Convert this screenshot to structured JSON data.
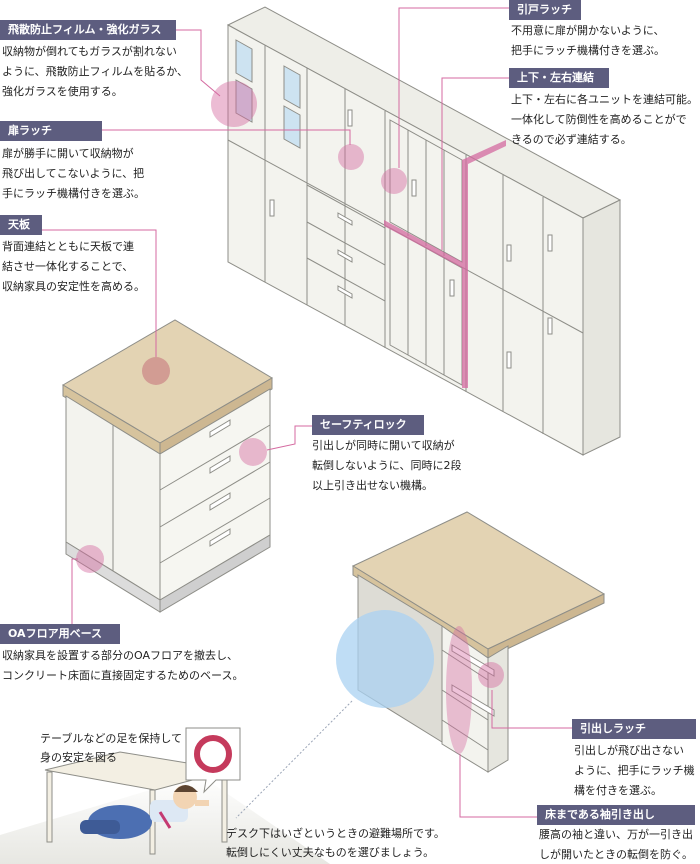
{
  "callouts": {
    "glass": {
      "title": "飛散防止フィルム・強化ガラス",
      "lines": [
        "収納物が倒れてもガラスが割れない",
        "ように、飛散防止フィルムを貼るか、",
        "強化ガラスを使用する。"
      ]
    },
    "door_latch": {
      "title": "扉ラッチ",
      "lines": [
        "扉が勝手に開いて収納物が",
        "飛び出してこないように、把",
        "手にラッチ機構付きを選ぶ。"
      ]
    },
    "top_board": {
      "title": "天板",
      "lines": [
        "背面連結とともに天板で連",
        "結させ一体化することで、",
        "収納家具の安定性を高める。"
      ]
    },
    "sliding_latch": {
      "title": "引戸ラッチ",
      "lines": [
        "不用意に扉が開かないように、",
        "把手にラッチ機構付きを選ぶ。"
      ]
    },
    "connection": {
      "title": "上下・左右連結",
      "lines": [
        "上下・左右に各ユニットを連結可能。",
        "一体化して防倒性を高めることがで",
        "きるので必ず連結する。"
      ]
    },
    "safety_lock": {
      "title": "セーフティロック",
      "lines": [
        "引出しが同時に開いて収納が",
        "転倒しないように、同時に2段",
        "以上引き出せない機構。"
      ]
    },
    "oa_base": {
      "title": "OAフロア用ベース",
      "lines": [
        "収納家具を設置する部分のOAフロアを撤去し、",
        "コンクリート床面に直接固定するためのベース。"
      ]
    },
    "drawer_latch": {
      "title": "引出しラッチ",
      "lines": [
        "引出しが飛び出さない",
        "ように、把手にラッチ機",
        "構を付きを選ぶ。"
      ]
    },
    "pedestal": {
      "title": "床まである袖引き出し",
      "lines": [
        "腰高の袖と違い、万が一引き出",
        "しが開いたときの転倒を防ぐ。"
      ]
    }
  },
  "notes": {
    "table_legs": [
      "テーブルなどの足を保持して",
      "身の安定を図る"
    ],
    "desk_under": [
      "デスク下はいざというときの避難場所です。",
      "転倒しにくい丈夫なものを選びましょう。"
    ]
  },
  "colors": {
    "tag_bg": "#5d5d7f",
    "highlight": "#d46aa0",
    "top_board": "#e3d3b3",
    "furniture": "#f6f6f1",
    "outline": "#8e8e88",
    "circle_mark": "#c53a5c",
    "blue_zone": "#a9d1f2"
  }
}
